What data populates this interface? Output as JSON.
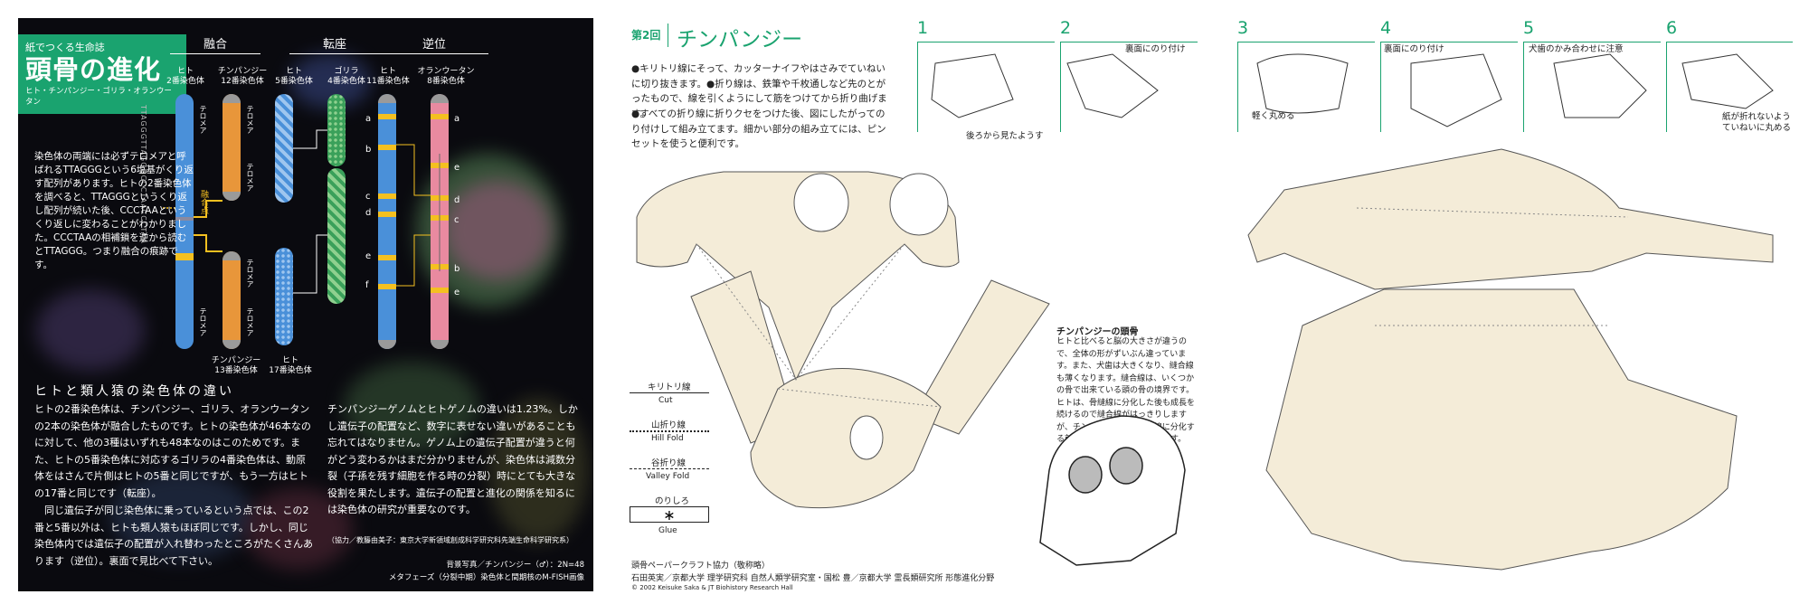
{
  "left": {
    "title_small": "紙でつくる生命誌",
    "title_main": "頭骨の進化",
    "title_sub": "ヒト・チンパンジー・ゴリラ・オランウータン",
    "sections": {
      "fusion": "融合",
      "translocation": "転座",
      "inversion": "逆位"
    },
    "chromosomes": {
      "h2": "ヒト\n2番染色体",
      "c12": "チンパンジー\n12番染色体",
      "c13": "チンパンジー\n13番染色体",
      "h5": "ヒト\n5番染色体",
      "g4": "ゴリラ\n4番染色体",
      "h17": "ヒト\n17番染色体",
      "h11": "ヒト\n11番染色体",
      "o8": "オランウータン\n8番染色体"
    },
    "telomere": "テロメア",
    "fusion_point": "融合点",
    "band_letters_left": [
      "a",
      "b",
      "c",
      "d",
      "e",
      "f"
    ],
    "band_letters_right": [
      "a",
      "e",
      "d",
      "c",
      "b",
      "e"
    ],
    "seq_text": "TTAGGGTTAGGGCCCTAACCCTAA",
    "description": "染色体の両端には必ずテロメアと呼ばれるTTAGGGという6塩基がくり返す配列があります。ヒトの2番染色体を調べると、TTAGGGというくり返し配列が続いた後、CCCTAAというくり返しに変わることがわかりました。CCCTAAの相補鎖を逆から読むとTTAGGG。つまり融合の痕跡です。",
    "subtitle": "ヒトと類人猿の染色体の違い",
    "para1": "ヒトの2番染色体は、チンパンジー、ゴリラ、オランウータンの2本の染色体が融合したものです。ヒトの染色体が46本なのに対して、他の3種はいずれも48本なのはこのためです。また、ヒトの5番染色体に対応するゴリラの4番染色体は、動原体をはさんで片側はヒトの5番と同じですが、もう一方はヒトの17番と同じです（転座）。",
    "para2": "同じ遺伝子が同じ染色体に乗っているという点では、この2番と5番以外は、ヒトも類人猿もほぼ同じです。しかし、同じ染色体内では遺伝子の配置が入れ替わったところがたくさんあります（逆位）。裏面で見比べて下さい。",
    "para3": "チンパンジーゲノムとヒトゲノムの違いは1.23%。しかし遺伝子の配置など、数字に表せない違いがあることも忘れてはなりません。ゲノム上の遺伝子配置が違うと何がどう変わるかはまだ分かりませんが、染色体は減数分裂（子孫を残す細胞を作る時の分裂）時にとても大きな役割を果たします。遺伝子の配置と進化の関係を知るには染色体の研究が重要なのです。",
    "coop": "（協力／教籐由美子：東京大学新領域創成科学研究科先端生命科学研究系）",
    "bg_credit_1": "背景写真／チンパンジー（♂）：2N=48",
    "bg_credit_2": "メタフェーズ（分裂中期）染色体と間期核のM-FISH画像"
  },
  "right": {
    "series_no": "第2回",
    "series_title": "チンパンジー",
    "instructions": [
      "●キリトリ線にそって、カッターナイフやはさみでていねいに切り抜きます。●折り線は、鉄筆や千枚通しなど先のとがったもので、線を引くようにして筋をつけてから折り曲げます。",
      "●すべての折り線に折りクセをつけた後、図にしたがってのり付けして組み立てます。細かい部分の組み立てには、ピンセットを使うと便利です。"
    ],
    "steps": [
      {
        "num": "1",
        "note": "後ろから見たようす"
      },
      {
        "num": "2",
        "note": "裏面にのり付け"
      },
      {
        "num": "3",
        "note": "軽く丸める"
      },
      {
        "num": "4",
        "note": "裏面にのり付け"
      },
      {
        "num": "5",
        "note": "犬歯のかみ合わせに注意"
      },
      {
        "num": "6",
        "note": "紙が折れないようていねいに丸める"
      }
    ],
    "legend": [
      {
        "jp": "キリトリ線",
        "en": "Cut"
      },
      {
        "jp": "山折り線",
        "en": "Hill Fold"
      },
      {
        "jp": "谷折り線",
        "en": "Valley Fold"
      },
      {
        "jp": "のりしろ",
        "en": "Glue",
        "symbol": "∗"
      }
    ],
    "skull_title": "チンパンジーの頭骨",
    "skull_text": "ヒトと比べると脳の大きさが違うので、全体の形がずいぶん違っています。また、犬歯は大きくなり、縫合線も薄くなります。縫合線は、いくつかの骨で出来ている頭の骨の境界です。ヒトは、骨縫線に分化した後も成長を続けるので縫合線がはっきりしますが、チンパンジーでは骨縫線に分化する前に一体化するので薄いのです。",
    "footer_1": "頭骨ペーパークラフト協力（敬称略）",
    "footer_2": "石田英実／京都大学 理学研究科 自然人類学研究室・国松 豊／京都大学 霊長類研究所 形態進化分野",
    "footer_3": "© 2002 Keisuke Saka & JT Biohistory Research Hall"
  },
  "colors": {
    "green": "#1aa36f",
    "blue": "#4a90d9",
    "orange": "#e8963a",
    "pink": "#e98aa0",
    "yellow": "#f4c020",
    "beige": "#f4ecd8"
  }
}
